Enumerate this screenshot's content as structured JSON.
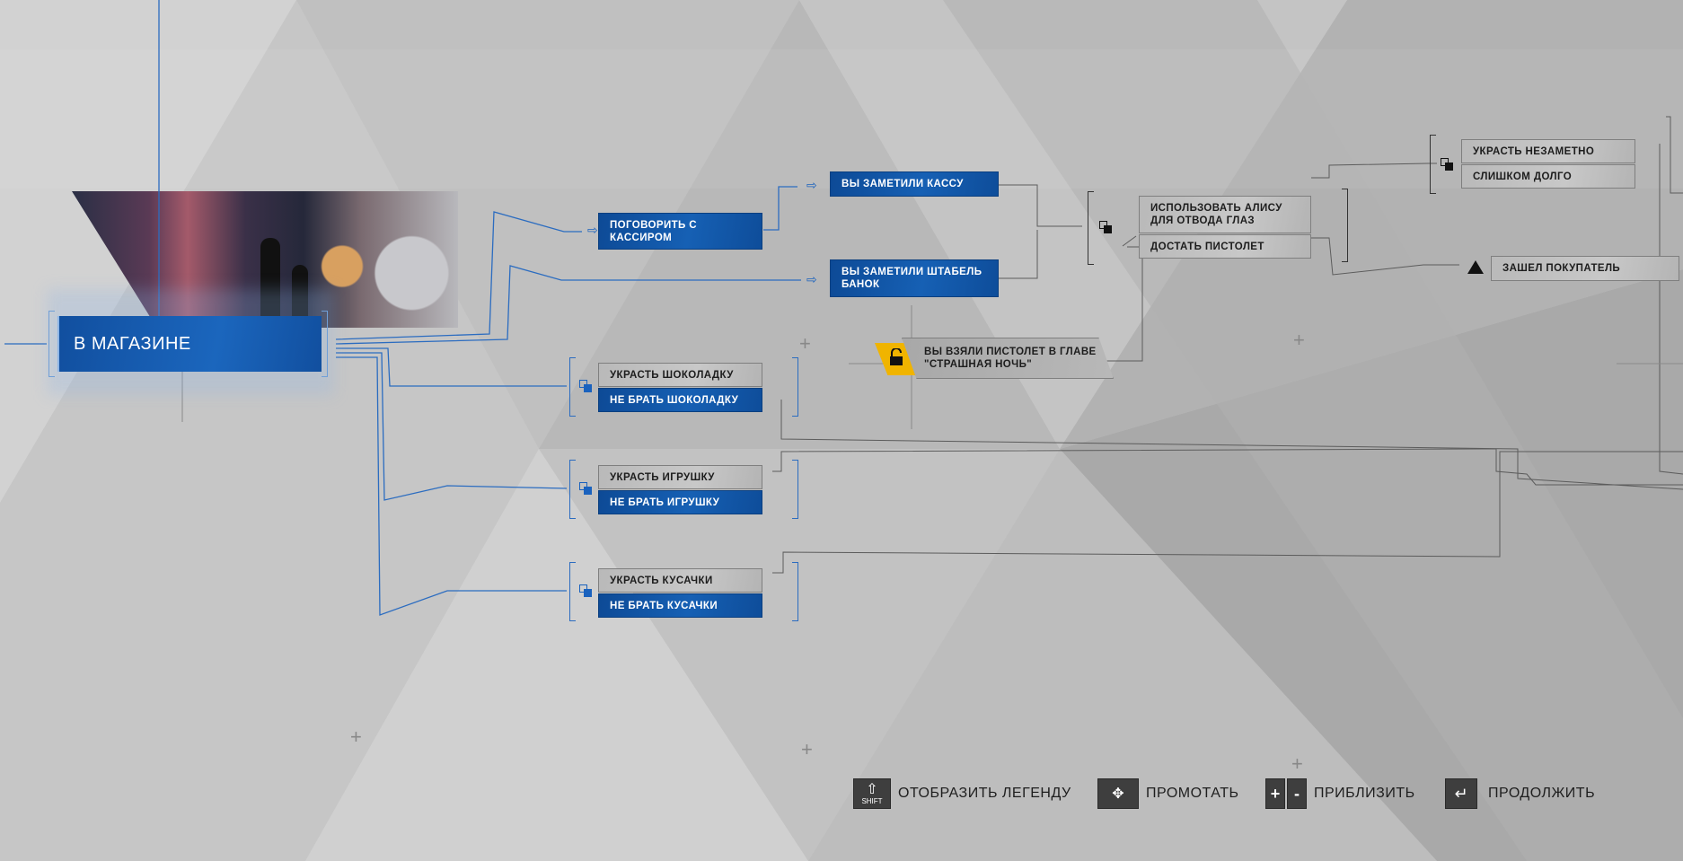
{
  "scene": {
    "title": "В МАГАЗИНЕ"
  },
  "colors": {
    "accent_blue": "#1660b4",
    "wire_blue": "#2b6cc0",
    "locked_yellow": "#f0b400",
    "gray_node": "#c2c2c2",
    "background": "#c9c9c9"
  },
  "nodes": {
    "talk_cashier": "ПОГОВОРИТЬ С КАССИРОМ",
    "noticed_register": "ВЫ ЗАМЕТИЛИ КАССУ",
    "noticed_cans": "ВЫ ЗАМЕТИЛИ ШТАБЕЛЬ БАНОК",
    "use_alice": "ИСПОЛЬЗОВАТЬ АЛИСУ ДЛЯ ОТВОДА ГЛАЗ",
    "take_gun": "ДОСТАТЬ ПИСТОЛЕТ",
    "steal_quietly": "УКРАСТЬ НЕЗАМЕТНО",
    "too_long": "СЛИШКОМ ДОЛГО",
    "customer_entered": "ЗАШЕЛ ПОКУПАТЕЛЬ",
    "took_gun_chapter": "ВЫ ВЗЯЛИ ПИСТОЛЕТ В ГЛАВЕ \"СТРАШНАЯ НОЧЬ\"",
    "steal_chocolate": "УКРАСТЬ ШОКОЛАДКУ",
    "skip_chocolate": "НЕ БРАТЬ ШОКОЛАДКУ",
    "steal_toy": "УКРАСТЬ ИГРУШКУ",
    "skip_toy": "НЕ БРАТЬ ИГРУШКУ",
    "steal_cutters": "УКРАСТЬ КУСАЧКИ",
    "skip_cutters": "НЕ БРАТЬ КУСАЧКИ"
  },
  "icons": {
    "choice": "choice-icon",
    "arrow": "arrow-right-icon",
    "triangle": "triangle-icon",
    "lock": "lock-icon"
  },
  "controls": {
    "legend": {
      "key": "SHIFT",
      "label": "ОТОБРАЗИТЬ ЛЕГЕНДУ"
    },
    "pan": {
      "label": "ПРОМОТАТЬ"
    },
    "zoom": {
      "plus": "+",
      "minus": "-",
      "label": "ПРИБЛИЗИТЬ"
    },
    "continue": {
      "label": "ПРОДОЛЖИТЬ"
    }
  }
}
